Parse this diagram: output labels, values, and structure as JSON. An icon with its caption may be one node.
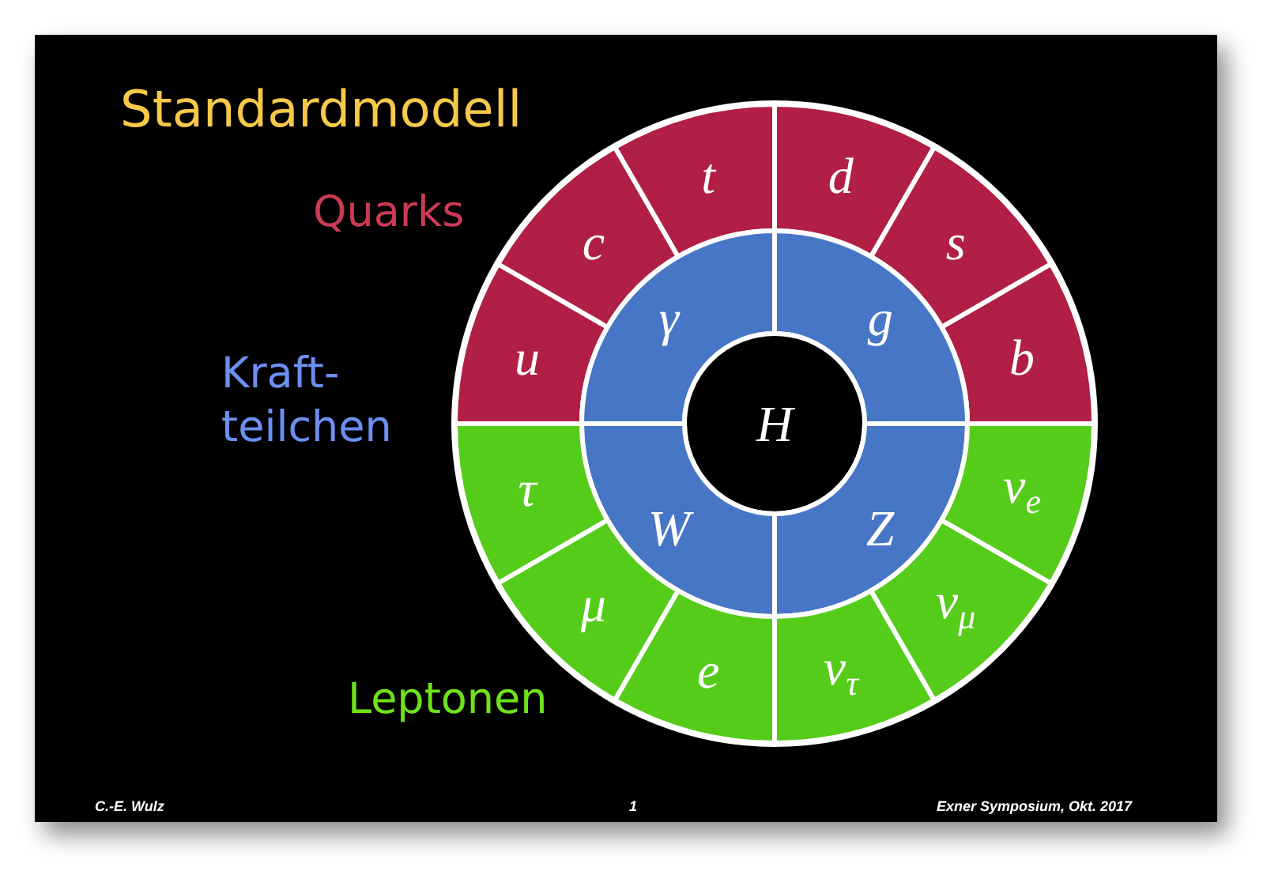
{
  "diagram": {
    "title": "Standardmodell",
    "nodes": [
      {
        "text": [
          "u"
        ]
      },
      {
        "text": [
          "c"
        ]
      },
      {
        "text": [
          "t"
        ]
      },
      {
        "text": [
          "d"
        ]
      },
      {
        "text": [
          "s"
        ]
      },
      {
        "text": [
          "b"
        ]
      },
      {
        "text": [
          "γ"
        ]
      },
      {
        "text": [
          "g"
        ]
      },
      {
        "text": [
          "H"
        ]
      },
      {
        "text": [
          "W"
        ]
      },
      {
        "text": [
          "Z"
        ]
      },
      {
        "text": [
          "τ"
        ]
      },
      {
        "text": [
          "μ"
        ]
      },
      {
        "text": [
          "e"
        ]
      },
      {
        "text": [
          "ν$_{τ}$"
        ]
      },
      {
        "text": [
          "ν$_{μ}$"
        ]
      },
      {
        "text": [
          "ν$_{e}$"
        ]
      }
    ],
    "labels": [
      "Quarks",
      "Kraft-teilchen",
      "Leptonen",
      "C.-E. Wulz",
      "1",
      "Exner Symposium, Okt. 2017"
    ]
  }
}
